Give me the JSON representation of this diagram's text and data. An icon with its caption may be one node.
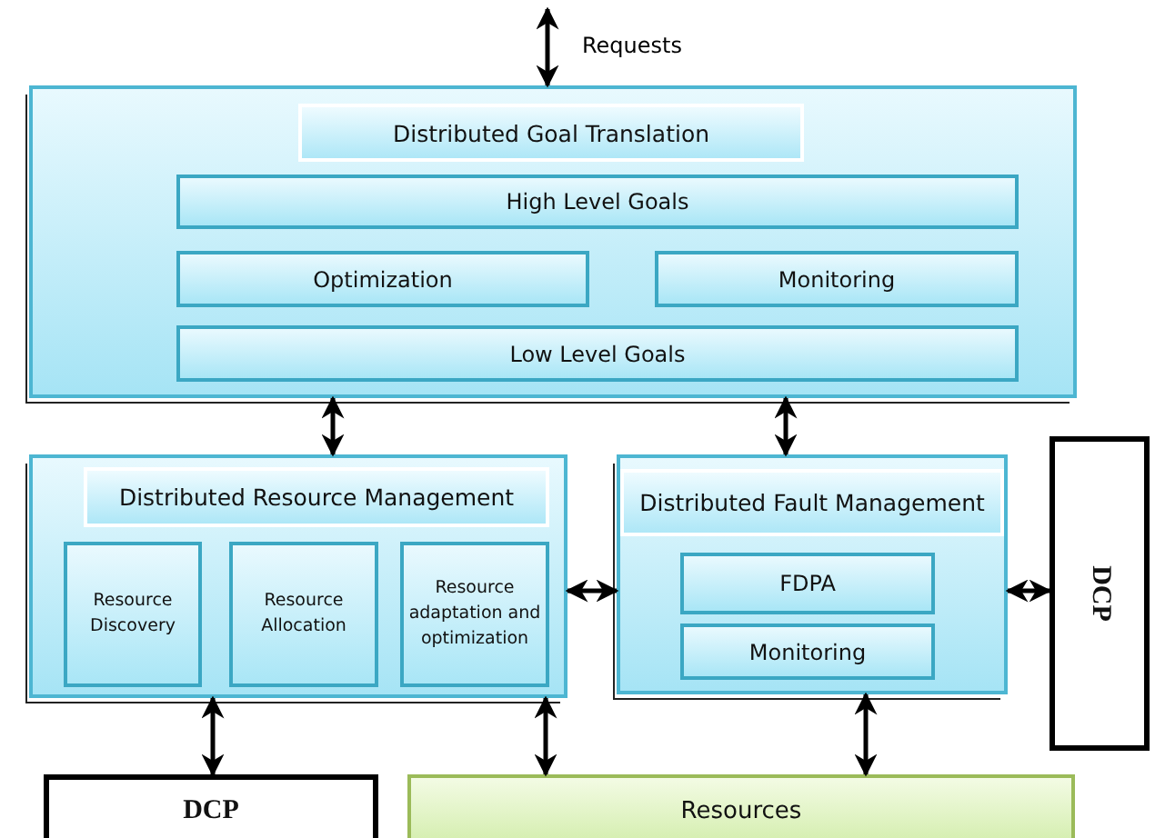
{
  "diagram": {
    "nodes": [
      {
        "text": [],
        "shape": "box"
      },
      {
        "text": [
          "Distributed Goal Translation"
        ],
        "in": 0
      },
      {
        "text": [
          "High Level Goals"
        ],
        "in": 0
      },
      {
        "text": [
          "Optimization"
        ],
        "in": 0
      },
      {
        "text": [
          "Monitoring"
        ],
        "in": 0
      },
      {
        "text": [
          "Low Level Goals"
        ],
        "in": 0
      },
      {
        "text": [],
        "shape": "box"
      },
      {
        "text": [
          "Distributed Resource Management"
        ],
        "in": 6
      },
      {
        "text": [
          "Resource Discovery"
        ],
        "in": 6
      },
      {
        "text": [
          "Resource Allocation"
        ],
        "in": 6
      },
      {
        "text": [
          "Resource adaptation and optimization"
        ],
        "in": 6
      },
      {
        "text": [],
        "shape": "box"
      },
      {
        "text": [
          "Distributed Fault Management"
        ],
        "in": 11
      },
      {
        "text": [
          "FDPA"
        ],
        "in": 11
      },
      {
        "text": [
          "Monitoring"
        ],
        "in": 11
      },
      {
        "text": [
          "DCP"
        ]
      },
      {
        "text": [
          "DCP"
        ]
      },
      {
        "text": [
          "Resources"
        ]
      }
    ],
    "edges": [
      {
        "from": null,
        "to": 0,
        "arrow": "both",
        "label": "Requests"
      },
      {
        "from": 0,
        "to": 6,
        "arrow": "both"
      },
      {
        "from": 0,
        "to": 11,
        "arrow": "both"
      },
      {
        "from": 6,
        "to": 11,
        "arrow": "both"
      },
      {
        "from": 11,
        "to": 15,
        "arrow": "both"
      },
      {
        "from": 6,
        "to": 16,
        "arrow": "both"
      },
      {
        "from": 6,
        "to": 17,
        "arrow": "both"
      },
      {
        "from": 11,
        "to": 17,
        "arrow": "both"
      }
    ]
  }
}
